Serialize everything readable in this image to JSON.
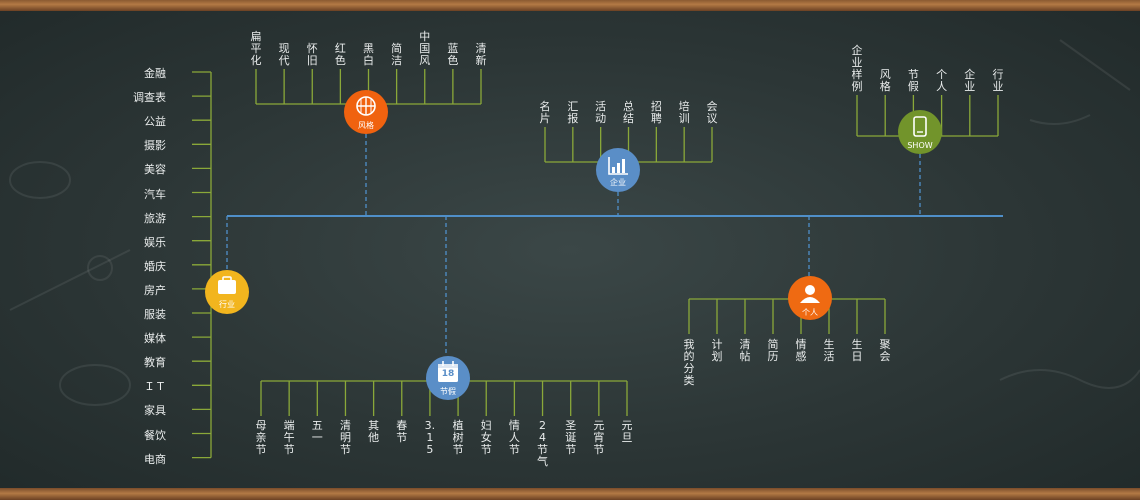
{
  "colors": {
    "line": "#4f8fc9",
    "green": "#8aa839",
    "yellow": "#f2b51e",
    "orange_red": "#f0620f",
    "blue": "#5a8ec7",
    "orange": "#ef6a12",
    "olive": "#72942b"
  },
  "left_list": {
    "items": [
      "金融",
      "调查表",
      "公益",
      "摄影",
      "美容",
      "汽车",
      "旅游",
      "娱乐",
      "婚庆",
      "房产",
      "服装",
      "媒体",
      "教育",
      "ＩＴ",
      "家具",
      "餐饮",
      "电商"
    ]
  },
  "nodes": {
    "industry": {
      "label": "行业",
      "icon": "briefcase-icon"
    },
    "style": {
      "label": "风格",
      "icon": "grid-circle-icon"
    },
    "holiday": {
      "label": "节假",
      "icon": "calendar-icon",
      "icon_text": "18"
    },
    "enterprise": {
      "label": "企业",
      "icon": "bar-chart-icon"
    },
    "personal": {
      "label": "个人",
      "icon": "person-icon"
    },
    "show": {
      "label": "SHOW",
      "icon": "phone-icon"
    }
  },
  "style_items": [
    "扁平化",
    "现代",
    "怀旧",
    "红色",
    "黑白",
    "简洁",
    "中国风",
    "蓝色",
    "清新"
  ],
  "enterprise_items": [
    "名片",
    "汇报",
    "活动",
    "总结",
    "招聘",
    "培训",
    "会议"
  ],
  "show_items": [
    "企业样例",
    "风格",
    "节假",
    "个人",
    "企业",
    "行业"
  ],
  "personal_items": [
    "我的分类",
    "计划",
    "清帖",
    "简历",
    "情感",
    "生活",
    "生日",
    "聚会"
  ],
  "holiday_items": [
    "母亲节",
    "端午节",
    "五一",
    "清明节",
    "其他",
    "春节",
    "3.15",
    "植树节",
    "妇女节",
    "情人节",
    "24节气",
    "圣诞节",
    "元宵节",
    "元旦"
  ]
}
